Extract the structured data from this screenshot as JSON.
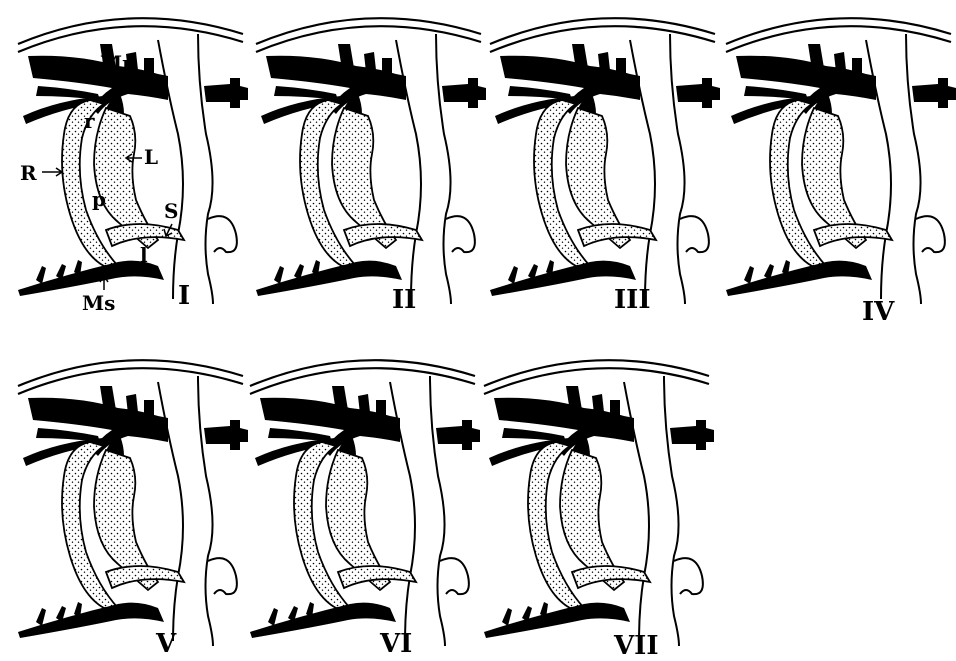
{
  "figure": {
    "anatomical_labels": {
      "Mr": "Mr",
      "r": "r",
      "R": "R",
      "L": "L",
      "p": "p",
      "S": "S",
      "l": "l",
      "Ms": "Ms"
    },
    "panels": [
      {
        "label": "I"
      },
      {
        "label": "II"
      },
      {
        "label": "III"
      },
      {
        "label": "IV"
      },
      {
        "label": "V"
      },
      {
        "label": "VI"
      },
      {
        "label": "VII"
      }
    ],
    "colors": {
      "ink": "#000000",
      "background": "#ffffff"
    }
  }
}
